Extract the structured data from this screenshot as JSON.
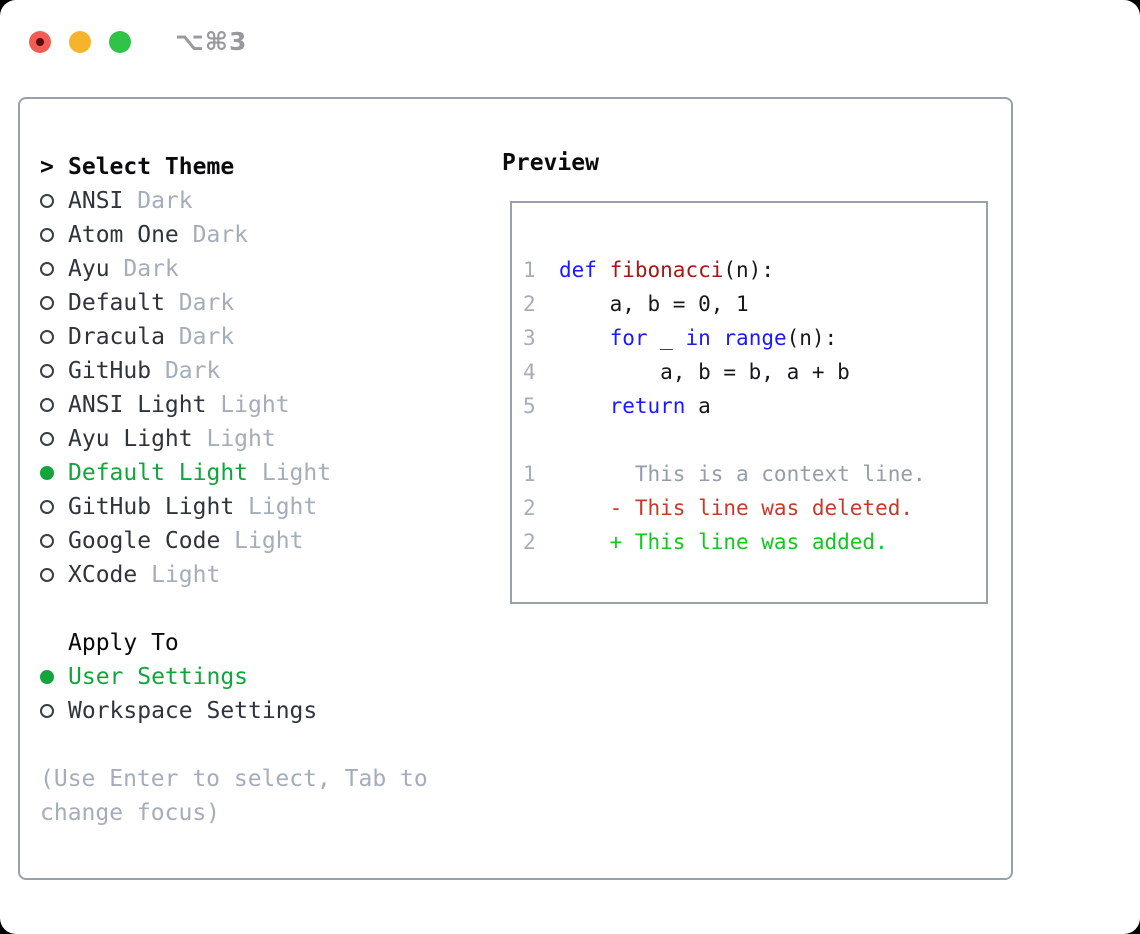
{
  "window": {
    "title_shortcut": "⌥⌘3",
    "traffic_lights": [
      "close",
      "minimize",
      "zoom"
    ]
  },
  "theme_picker": {
    "header_prefix": ">",
    "header": "Select Theme",
    "items": [
      {
        "label": "ANSI",
        "variant": "Dark",
        "selected": false
      },
      {
        "label": "Atom One",
        "variant": "Dark",
        "selected": false
      },
      {
        "label": "Ayu",
        "variant": "Dark",
        "selected": false
      },
      {
        "label": "Default",
        "variant": "Dark",
        "selected": false
      },
      {
        "label": "Dracula",
        "variant": "Dark",
        "selected": false
      },
      {
        "label": "GitHub",
        "variant": "Dark",
        "selected": false
      },
      {
        "label": "ANSI Light",
        "variant": "Light",
        "selected": false
      },
      {
        "label": "Ayu Light",
        "variant": "Light",
        "selected": false
      },
      {
        "label": "Default Light",
        "variant": "Light",
        "selected": true
      },
      {
        "label": "GitHub Light",
        "variant": "Light",
        "selected": false
      },
      {
        "label": "Google Code",
        "variant": "Light",
        "selected": false
      },
      {
        "label": "XCode",
        "variant": "Light",
        "selected": false
      }
    ]
  },
  "apply_to": {
    "header": "Apply To",
    "options": [
      {
        "label": "User Settings",
        "selected": true
      },
      {
        "label": "Workspace Settings",
        "selected": false
      }
    ]
  },
  "help_text": "(Use Enter to select, Tab to change focus)",
  "preview": {
    "header": "Preview",
    "code_lines": [
      {
        "num": "1",
        "tokens": [
          {
            "text": "def",
            "type": "keyword"
          },
          {
            "text": " ",
            "type": "plain"
          },
          {
            "text": "fibonacci",
            "type": "function"
          },
          {
            "text": "(n):",
            "type": "plain"
          }
        ]
      },
      {
        "num": "2",
        "tokens": [
          {
            "text": "    a, b = 0, 1",
            "type": "plain"
          }
        ]
      },
      {
        "num": "3",
        "tokens": [
          {
            "text": "    ",
            "type": "plain"
          },
          {
            "text": "for",
            "type": "keyword"
          },
          {
            "text": " _ ",
            "type": "plain"
          },
          {
            "text": "in",
            "type": "keyword"
          },
          {
            "text": " ",
            "type": "plain"
          },
          {
            "text": "range",
            "type": "keyword"
          },
          {
            "text": "(n):",
            "type": "plain"
          }
        ]
      },
      {
        "num": "4",
        "tokens": [
          {
            "text": "        a, b = b, a + b",
            "type": "plain"
          }
        ]
      },
      {
        "num": "5",
        "tokens": [
          {
            "text": "    ",
            "type": "plain"
          },
          {
            "text": "return",
            "type": "keyword"
          },
          {
            "text": " a",
            "type": "plain"
          }
        ]
      }
    ],
    "diff_lines": [
      {
        "num": "1",
        "text": "      This is a context line.",
        "type": "context"
      },
      {
        "num": "2",
        "text": "    - This line was deleted.",
        "type": "deleted"
      },
      {
        "num": "2",
        "text": "    + This line was added.",
        "type": "added"
      }
    ]
  },
  "colors": {
    "accent_green": "#13a53c",
    "diff_green": "#15c522",
    "diff_red": "#c53b2b",
    "keyword_blue": "#1a1aff",
    "function_red": "#a61717",
    "muted_gray": "#a4adb9",
    "border_gray": "#99a2ac",
    "traffic_red": "#f25c54",
    "traffic_yellow": "#f6b42c",
    "traffic_green": "#2fc348"
  }
}
